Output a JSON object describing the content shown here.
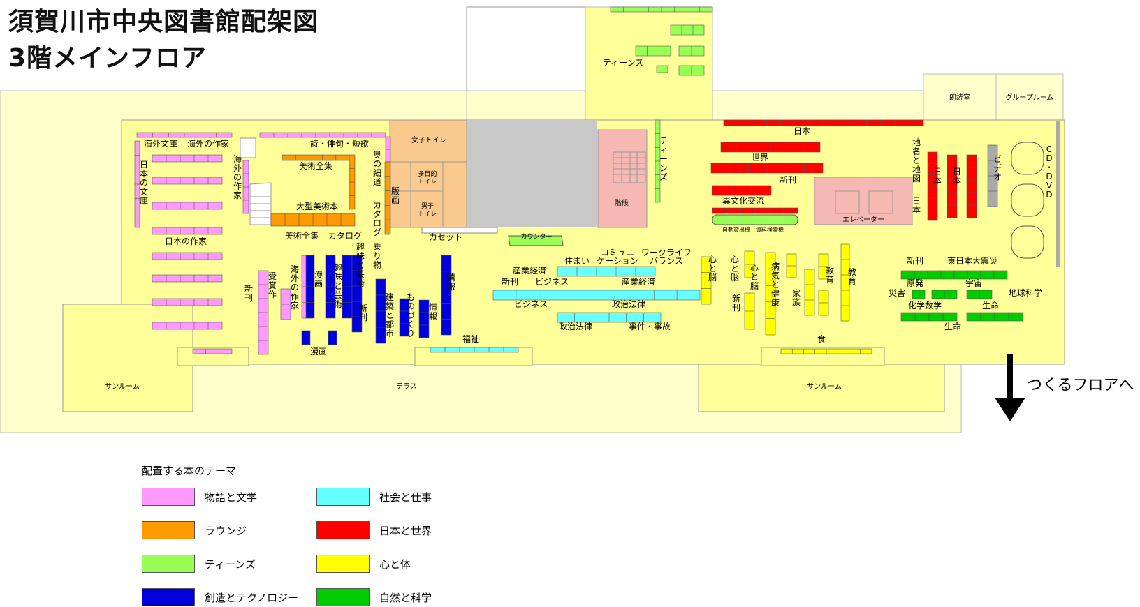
{
  "title": {
    "line1": "須賀川市中央図書館配架図",
    "line2": "3階メインフロア"
  },
  "colors": {
    "story": "#ff99ff",
    "lounge": "#ff9900",
    "teens": "#99ff55",
    "creation": "#0000dd",
    "society": "#66ffff",
    "japan_world": "#ff0000",
    "mind_body": "#ffff00",
    "nature": "#00cc00",
    "floor": "#ffff99",
    "outer": "#ffffcc",
    "toilet": "#f9c98e",
    "stairs": "#f6b8b2",
    "void": "#c8c8c8",
    "gray_shelf": "#aaaaaa"
  },
  "rooms": {
    "sunroom_left": "サンルーム",
    "terrace": "テラス",
    "sunroom_right": "サンルーム",
    "reading_room": "朗読室",
    "group_room": "グループルーム",
    "womens_toilet": "女子トイレ",
    "multi_toilet": "多目的\nトイレ",
    "mens_toilet": "男子\nトイレ",
    "stairs": "階段",
    "elevator": "エレベーター",
    "counter": "カウンター",
    "self_checkout": "自動貸出機　資料検索機"
  },
  "labels": {
    "l01": "海外文庫",
    "l02": "海外の作家",
    "l03": "日本の文庫",
    "l04": "海外の作家",
    "l05": "日本の作家",
    "l06": "詩・俳句・短歌",
    "l07": "美術全集",
    "l08": "大型美術本",
    "l09": "美術全集",
    "l10": "カタログ",
    "l11": "奥の細道",
    "l12": "版画",
    "l13": "カタログ",
    "l14": "カセット",
    "l15": "新刊",
    "l16": "受賞作",
    "l17": "海外の作家",
    "l18": "漫画",
    "l19": "趣味と芸術",
    "l20": "趣味と芸術",
    "l21": "新刊",
    "l22": "乗り物",
    "l23": "建築と都市",
    "l24": "ものづくり",
    "l25": "情報",
    "l26": "情報",
    "l27": "漫画",
    "l28": "福祉",
    "l29": "産業経済",
    "l30": "住まい",
    "l31": "コミュニ\nケーション",
    "l32": "ワークライフ\nバランス",
    "l33": "新刊",
    "l34": "ビジネス",
    "l35": "産業経済",
    "l36": "ビジネス",
    "l37": "政治法律",
    "l38": "政治法律",
    "l39": "事件・事故",
    "l40": "ティーンズ",
    "l41": "ティーンズ",
    "l42": "日本",
    "l43": "世界",
    "l44": "新刊",
    "l45": "異文化交流",
    "l46": "地名と地図",
    "l47": "日本",
    "l48": "日本",
    "l49": "日本",
    "l50": "ビデオ",
    "l51": "CD・DVD",
    "l52": "心と脳",
    "l53": "心と脳",
    "l54": "心と脳",
    "l55": "新刊",
    "l56": "病気と健康",
    "l57": "家族",
    "l58": "教育",
    "l59": "教育",
    "l60": "食",
    "l61": "新刊",
    "l62": "東日本大震災",
    "l63": "原発",
    "l64": "宇宙",
    "l65": "災害",
    "l66": "地球科学",
    "l67": "化学数学",
    "l68": "生命",
    "l69": "生命"
  },
  "legend": {
    "title": "配置する本のテーマ",
    "items": [
      {
        "label": "物語と文学",
        "color": "#ff99ff"
      },
      {
        "label": "社会と仕事",
        "color": "#66ffff"
      },
      {
        "label": "ラウンジ",
        "color": "#ff9900"
      },
      {
        "label": "日本と世界",
        "color": "#ff0000"
      },
      {
        "label": "ティーンズ",
        "color": "#99ff55"
      },
      {
        "label": "心と体",
        "color": "#ffff00"
      },
      {
        "label": "創造とテクノロジー",
        "color": "#0000dd"
      },
      {
        "label": "自然と科学",
        "color": "#00cc00"
      }
    ]
  },
  "direction": "つくるフロアへ"
}
